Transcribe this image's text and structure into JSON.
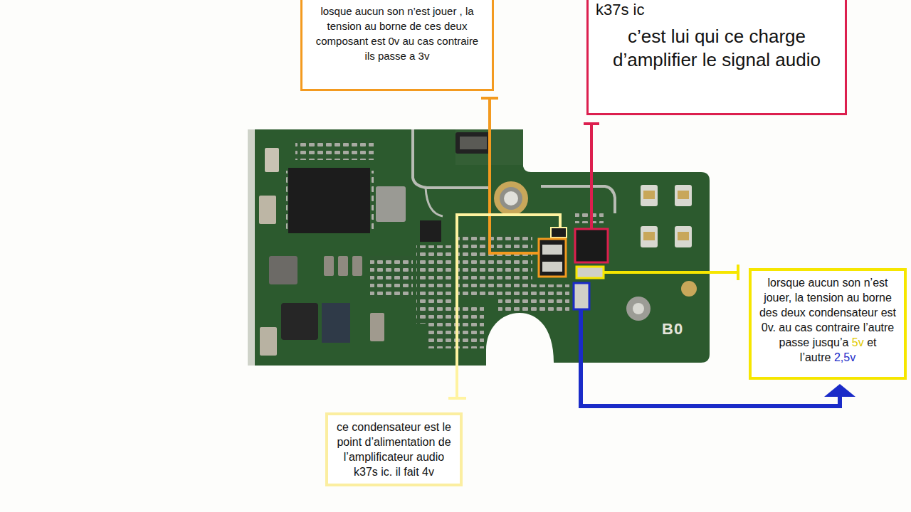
{
  "diagram": {
    "nodes": [
      {
        "text": [
          "losque aucun son n’est jouer , la tension au borne de ces deux composant est 0v au cas contraire ils passe a 3v"
        ]
      },
      {
        "text": [
          "k37s ic",
          "c’est lui qui ce charge d’amplifier le signal audio"
        ]
      },
      {
        "text": [
          "lorsque aucun son n’est jouer, la tension au borne des deux condensateur est 0v. au cas contraire l’autre passe jusqu’a",
          "5v",
          "et l’autre",
          "2,5v"
        ]
      },
      {
        "text": [
          "ce condensateur est le point d’alimentation de l’amplificateur audio k37s ic. il fait 4v"
        ]
      }
    ],
    "labels": [
      "B0"
    ]
  }
}
